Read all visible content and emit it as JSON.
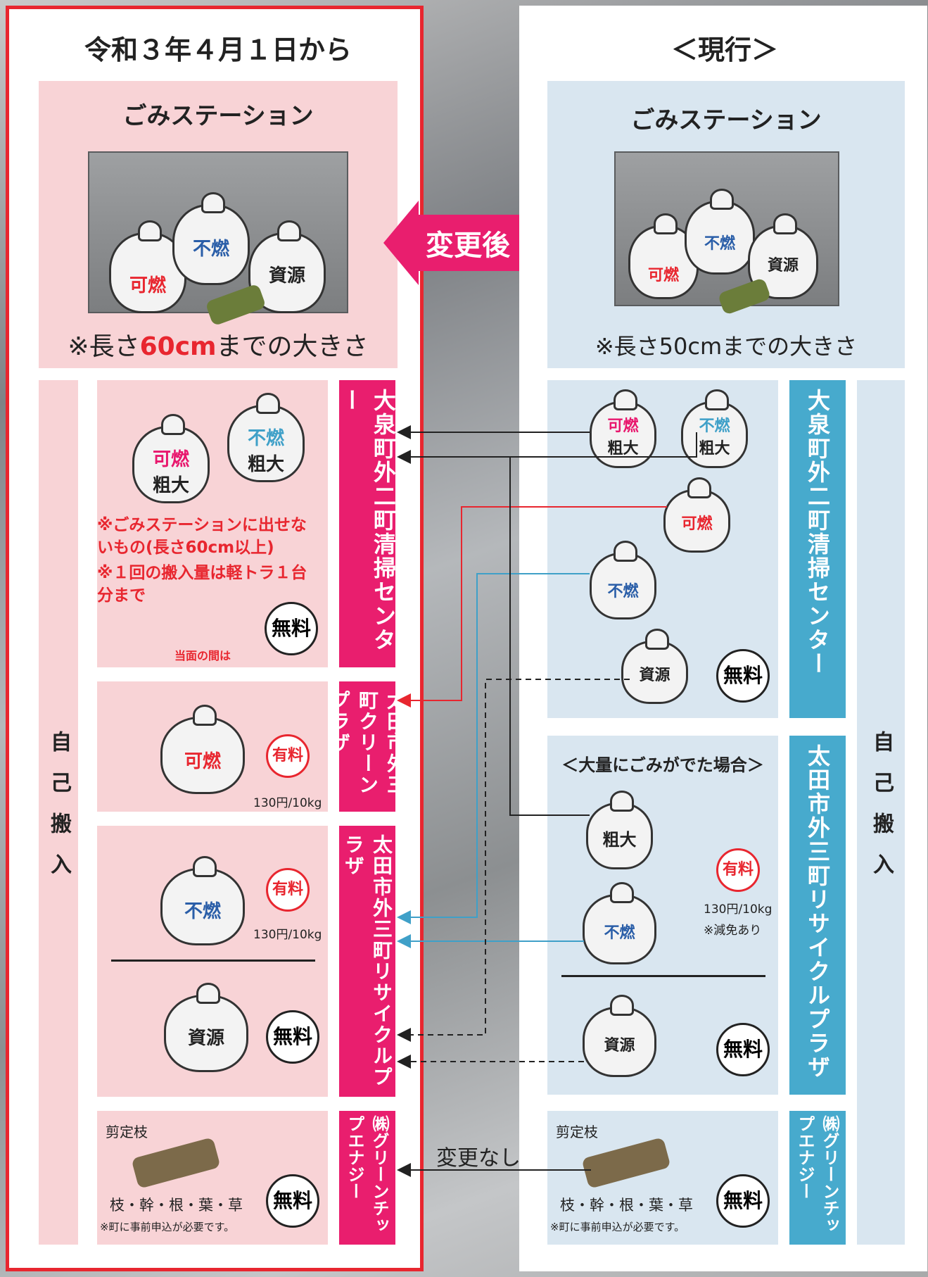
{
  "left": {
    "title": "令和３年４月１日から",
    "station": {
      "title": "ごみステーション",
      "bag_combustible": "可燃",
      "bag_noncombustible": "不燃",
      "bag_resource": "資源",
      "size_prefix": "※長さ",
      "size_value": "60cm",
      "size_suffix": "までの大きさ"
    },
    "self_carry": "自己搬入",
    "rows": {
      "oversize": {
        "bag1_top": "可燃",
        "bag1_bottom": "粗大",
        "bag2_top": "不燃",
        "bag2_bottom": "粗大",
        "note1": "※ごみステーションに出せないもの(長さ60cm以上)",
        "note2": "※１回の搬入量は軽トラ１台分まで",
        "note3": "当面の間は",
        "badge": "無料",
        "facility": "大泉町外二町清掃センター"
      },
      "combustible": {
        "bag": "可燃",
        "badge": "有料",
        "price": "130円/10kg",
        "facility": "太田市外三町クリーンプラザ"
      },
      "noncombustible": {
        "bag": "不燃",
        "badge": "有料",
        "price": "130円/10kg",
        "bag_resource": "資源",
        "badge_free": "無料",
        "facility": "太田市外三町リサイクルプラザ"
      },
      "branches": {
        "label": "剪定枝",
        "items": "枝・幹・根・葉・草",
        "note": "※町に事前申込が必要です。",
        "badge": "無料",
        "facility": "㈱グリーンチップエナジー"
      }
    }
  },
  "arrow_label": "変更後",
  "no_change": "変更なし",
  "right": {
    "title": "＜現行＞",
    "station": {
      "title": "ごみステーション",
      "bag_combustible": "可燃",
      "bag_noncombustible": "不燃",
      "bag_resource": "資源",
      "size_note": "※長さ50cmまでの大きさ"
    },
    "self_carry": "自己搬入",
    "center": {
      "bag1_top": "可燃",
      "bag1_bottom": "粗大",
      "bag2_top": "不燃",
      "bag2_bottom": "粗大",
      "bag3": "可燃",
      "bag4": "不燃",
      "bag5": "資源",
      "badge": "無料",
      "facility": "大泉町外二町清掃センター"
    },
    "plaza": {
      "heading": "＜大量にごみがでた場合＞",
      "bag1": "粗大",
      "bag2": "不燃",
      "badge": "有料",
      "price": "130円/10kg",
      "reduction": "※減免あり",
      "bag3": "資源",
      "badge_free": "無料",
      "facility": "太田市外三町リサイクルプラザ"
    },
    "branches": {
      "label": "剪定枝",
      "items": "枝・幹・根・葉・草",
      "note": "※町に事前申込が必要です。",
      "badge": "無料",
      "facility": "㈱グリーンチップエナジー"
    }
  },
  "colors": {
    "red_border": "#e8262f",
    "magenta": "#e91e6e",
    "cyan": "#47aacd",
    "pink_bg": "#f8d3d6",
    "blue_bg": "#d9e6f0"
  }
}
